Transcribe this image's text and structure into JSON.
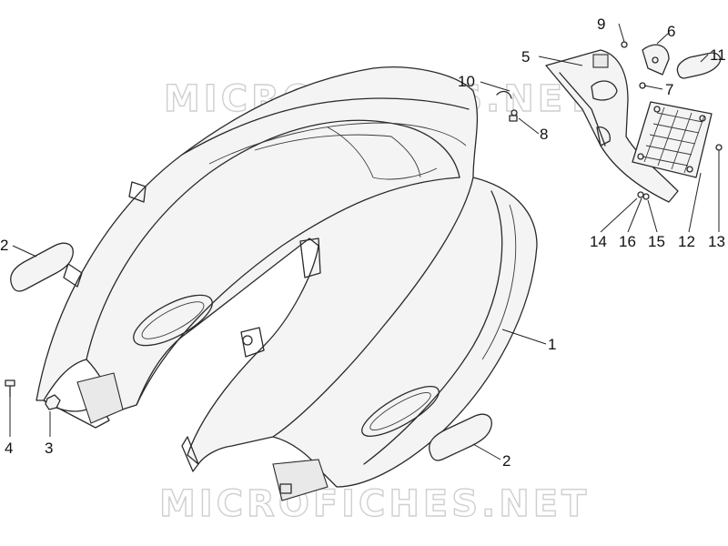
{
  "watermark": {
    "top": "MICROFICHES.NET",
    "bottom": "MICROFICHES.NET"
  },
  "callouts": {
    "c1": "1",
    "c2a": "2",
    "c2b": "2",
    "c3": "3",
    "c4": "4",
    "c5": "5",
    "c6": "6",
    "c7": "7",
    "c8": "8",
    "c9": "9",
    "c10": "10",
    "c11": "11",
    "c12": "12",
    "c13": "13",
    "c14": "14",
    "c15": "15",
    "c16": "16"
  }
}
